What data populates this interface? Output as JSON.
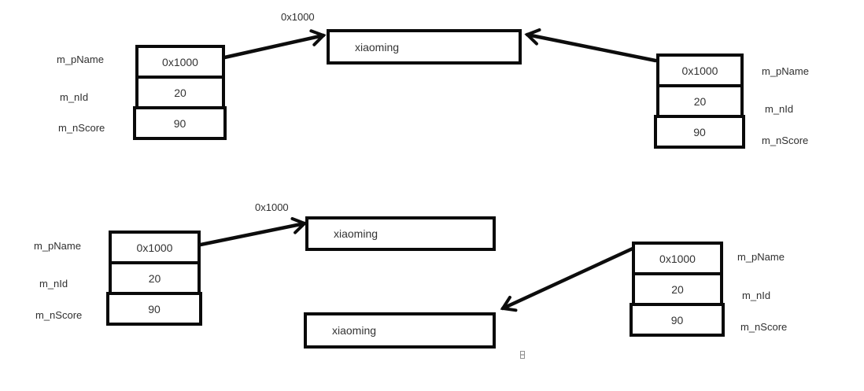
{
  "colors": {
    "background": "#ffffff",
    "line": "#0d0d0d",
    "text": "#2f2f2f",
    "border": "#0a0a0a"
  },
  "top_group": {
    "pointer_label": "0x1000",
    "string_box": "xiaoming",
    "left_object": {
      "fields": [
        {
          "label": "m_pName",
          "value": "0x1000"
        },
        {
          "label": "m_nId",
          "value": "20"
        },
        {
          "label": "m_nScore",
          "value": "90"
        }
      ]
    },
    "right_object": {
      "fields": [
        {
          "label": "m_pName",
          "value": "0x1000"
        },
        {
          "label": "m_nId",
          "value": "20"
        },
        {
          "label": "m_nScore",
          "value": "90"
        }
      ]
    }
  },
  "bottom_group": {
    "pointer_label": "0x1000",
    "left_string_box": "xiaoming",
    "right_string_box": "xiaoming",
    "left_object": {
      "fields": [
        {
          "label": "m_pName",
          "value": "0x1000"
        },
        {
          "label": "m_nId",
          "value": "20"
        },
        {
          "label": "m_nScore",
          "value": "90"
        }
      ]
    },
    "right_object": {
      "fields": [
        {
          "label": "m_pName",
          "value": "0x1000"
        },
        {
          "label": "m_nId",
          "value": "20"
        },
        {
          "label": "m_nScore",
          "value": "90"
        }
      ]
    }
  }
}
